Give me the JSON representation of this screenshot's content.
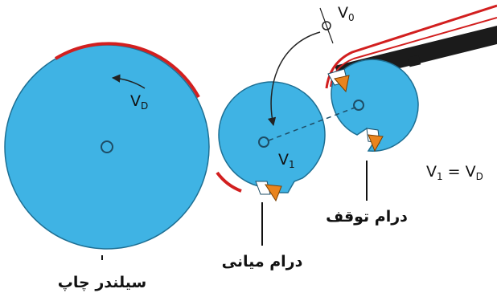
{
  "diagram": {
    "labels": {
      "print_cylinder": "سیلندر چاپ",
      "middle_drum": "درام میانی",
      "stop_drum": "درام توقف"
    },
    "velocity": {
      "v0_main": "V",
      "v0_sub": "0",
      "vd_main": "V",
      "vd_sub": "D",
      "v1_main": "V",
      "v1_sub": "1",
      "equation_left_main": "V",
      "equation_left_sub": "1",
      "equation_eq": " = ",
      "equation_right_main": "V",
      "equation_right_sub": "D"
    },
    "colors": {
      "drum_fill": "#3FB3E4",
      "drum_stroke": "#1e6f93",
      "paper": "#d21f1f",
      "gripper": "#e9841e",
      "feed_board": "#1b1b1b",
      "arrow": "#222222"
    }
  }
}
